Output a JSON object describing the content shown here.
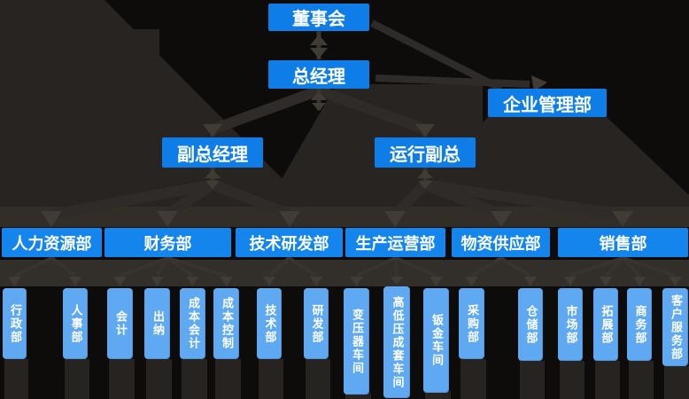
{
  "org": {
    "level1": {
      "board": "董事会"
    },
    "level2": {
      "general_manager": "总经理"
    },
    "staff": {
      "enterprise_management": "企业管理部"
    },
    "level3": {
      "deputy_general_manager": "副总经理",
      "operations_deputy": "运行副总"
    },
    "departments": [
      {
        "label": "人力资源部"
      },
      {
        "label": "财务部"
      },
      {
        "label": "技术研发部"
      },
      {
        "label": "生产运营部"
      },
      {
        "label": "物资供应部"
      },
      {
        "label": "销售部"
      }
    ],
    "units": [
      {
        "label": "行政部"
      },
      {
        "label": "人事部"
      },
      {
        "label": "会计"
      },
      {
        "label": "出纳"
      },
      {
        "label": "成本会计"
      },
      {
        "label": "成本控制"
      },
      {
        "label": "技术部"
      },
      {
        "label": "研发部"
      },
      {
        "label": "变压器车间"
      },
      {
        "label": "高低压成套车间"
      },
      {
        "label": "钣金车间"
      },
      {
        "label": "采购部"
      },
      {
        "label": "仓储部"
      },
      {
        "label": "市场部"
      },
      {
        "label": "拓展部"
      },
      {
        "label": "商务部"
      },
      {
        "label": "客户服务部"
      }
    ]
  },
  "colors": {
    "primary_blue": "#0f7de8",
    "light_blue": "#5ea9f1",
    "background": "#0e0c0a",
    "connector": "#3a3430",
    "text": "#ffffff"
  }
}
